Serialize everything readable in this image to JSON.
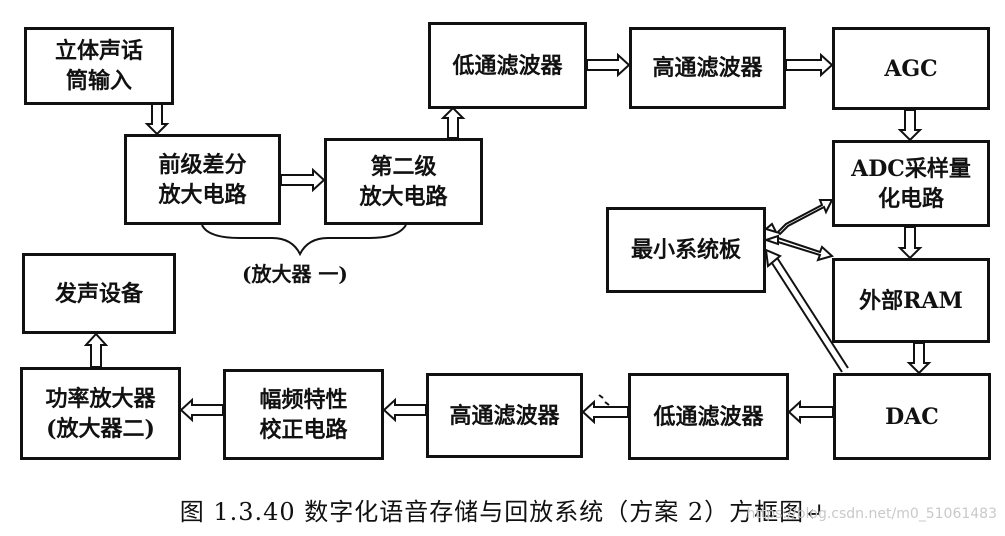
{
  "nodes": {
    "stereo_mic": "立体声话\n筒输入",
    "pre_diff_amp": "前级差分\n放大电路",
    "second_amp": "第二级\n放大电路",
    "lpf1": "低通滤波器",
    "hpf1": "高通滤波器",
    "agc": "AGC",
    "adc": "ADC采样量\n化电路",
    "min_system": "最小系统板",
    "ext_ram": "外部RAM",
    "dac": "DAC",
    "lpf2": "低通滤波器",
    "hpf2": "高通滤波器",
    "eq": "幅频特性\n校正电路",
    "power_amp": "功率放大器\n(放大器二)",
    "speaker": "发声设备"
  },
  "amp1_label": "(放大器 一)",
  "caption": "图 1.3.40 数字化语音存储与回放系统（方案 2）方框图↵",
  "watermark": "https://blog.csdn.net/m0_51061483"
}
